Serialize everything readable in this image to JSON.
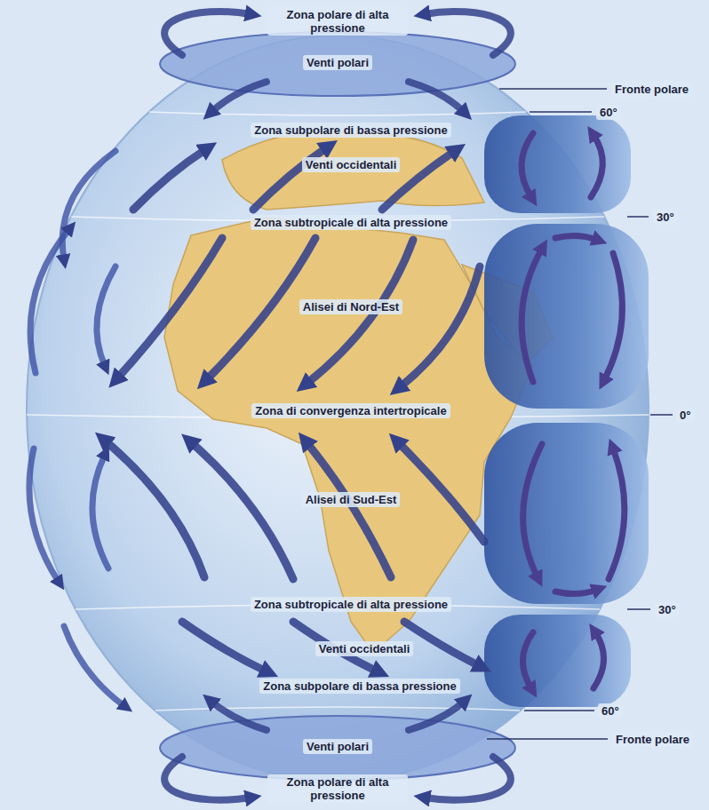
{
  "diagram": {
    "labels": [
      "Zona polare di alta pressione",
      "Venti polari",
      "Fronte polare",
      "60°",
      "Zona subpolare di bassa pressione",
      "Venti occidentali",
      "Zona subtropicale di alta pressione",
      "30°",
      "Alisei di Nord-Est",
      "Zona di convergenza intertropicale",
      "0°",
      "Alisei di Sud-Est",
      "Zona subtropicale di alta pressione",
      "30°",
      "Venti occidentali",
      "Zona subpolare di bassa pressione",
      "60°",
      "Fronte polare",
      "Venti polari",
      "Zona polare di alta pressione"
    ]
  }
}
